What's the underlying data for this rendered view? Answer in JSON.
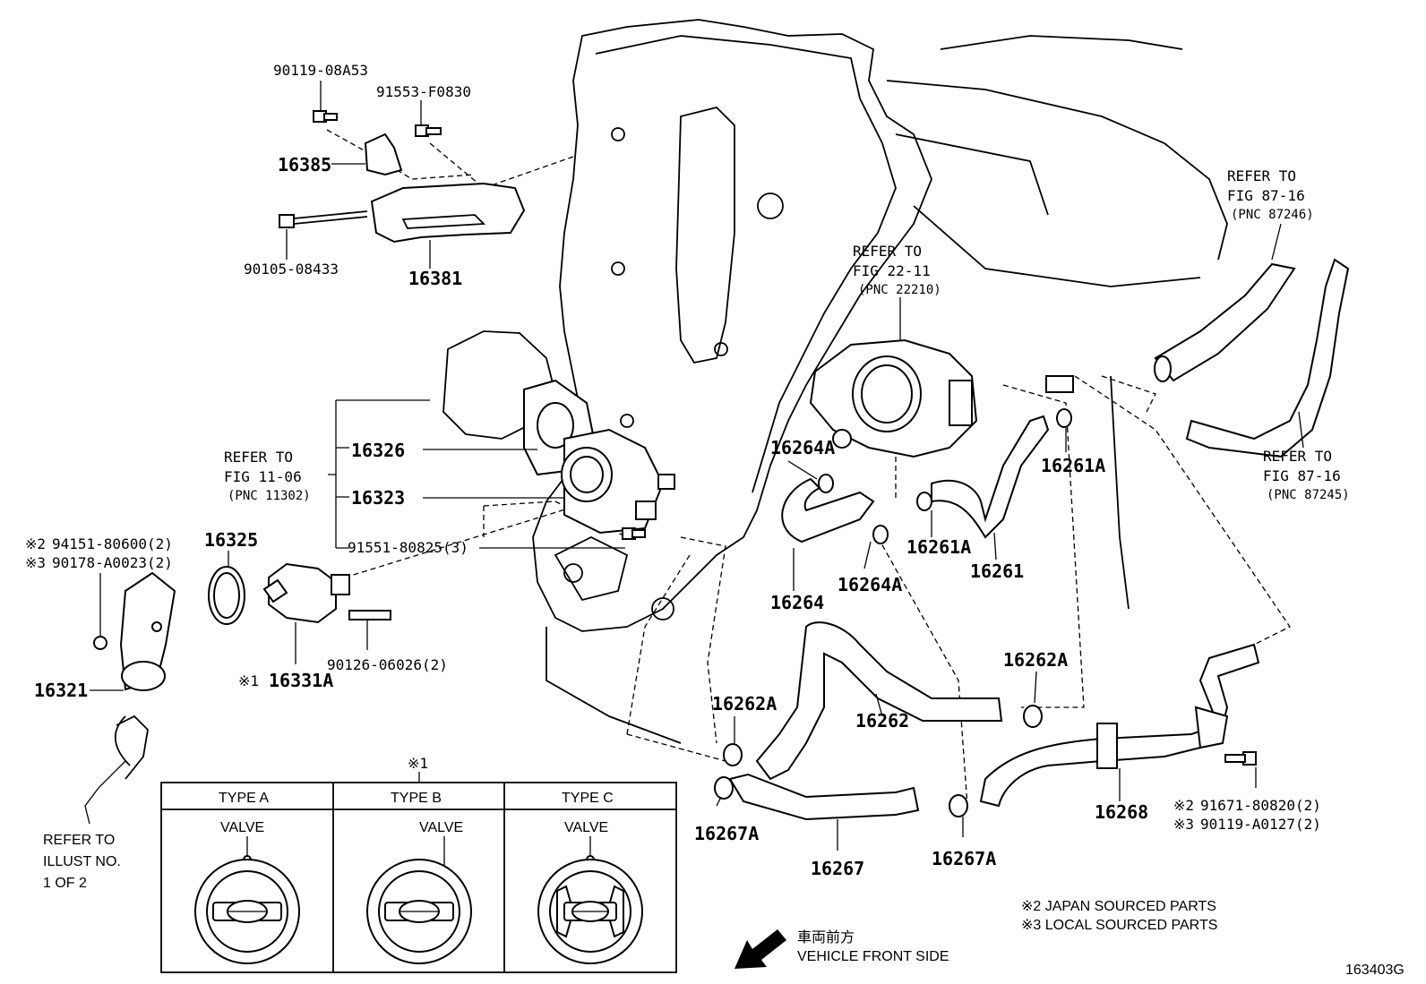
{
  "diagram": {
    "figure_code": "163403G",
    "part_numbers": {
      "p90119_08A53": "90119-08A53",
      "p91553_F0830": "91553-F0830",
      "p16385": "16385",
      "p90105_08433": "90105-08433",
      "p16381": "16381",
      "p16326": "16326",
      "p16323": "16323",
      "p91551_80825": "91551-80825(3)",
      "p16325": "16325",
      "p16321": "16321",
      "p16331A": "16331A",
      "p90126_06026": "90126-06026(2)",
      "p16264A_top": "16264A",
      "p16264": "16264",
      "p16264A_bottom": "16264A",
      "p16261A_mid": "16261A",
      "p16261A_right": "16261A",
      "p16261": "16261",
      "p16262A_left": "16262A",
      "p16262A_right": "16262A",
      "p16262": "16262",
      "p16267A_left": "16267A",
      "p16267A_right": "16267A",
      "p16267": "16267",
      "p16268": "16268"
    },
    "notes": {
      "n94151": "94151-80600(2)",
      "n90178": "90178-A0023(2)",
      "n91671": "91671-80820(2)",
      "n90119": "90119-A0127(2)",
      "mark1": "※1",
      "mark2": "※2",
      "mark3": "※3",
      "japan_sourced": "※2 JAPAN SOURCED PARTS",
      "local_sourced": "※3 LOCAL SOURCED PARTS"
    },
    "references": {
      "fig1106": {
        "line1": "REFER TO",
        "line2": "FIG 11-06",
        "line3": "(PNC 11302)"
      },
      "fig2211": {
        "line1": "REFER TO",
        "line2": "FIG 22-11",
        "line3": "(PNC 22210)"
      },
      "fig8716a": {
        "line1": "REFER TO",
        "line2": "FIG 87-16",
        "line3": "(PNC 87246)"
      },
      "fig8716b": {
        "line1": "REFER TO",
        "line2": "FIG 87-16",
        "line3": "(PNC 87245)"
      },
      "illust": {
        "line1": "REFER TO",
        "line2": "ILLUST NO.",
        "line3": "1 OF 2"
      }
    },
    "type_table": {
      "header_mark": "※1",
      "columns": [
        {
          "type": "TYPE A",
          "valve": "VALVE"
        },
        {
          "type": "TYPE B",
          "valve": "VALVE"
        },
        {
          "type": "TYPE C",
          "valve": "VALVE"
        }
      ]
    },
    "direction": {
      "jp": "車両前方",
      "en": "VEHICLE FRONT SIDE"
    }
  }
}
